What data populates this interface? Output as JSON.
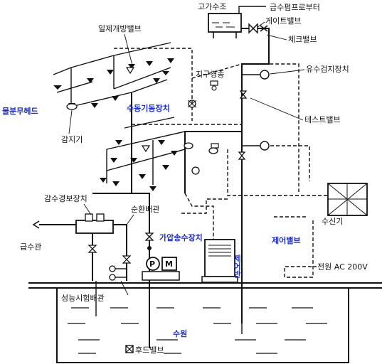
{
  "labels": {
    "elevated_tank": "고가수조",
    "pump_controller": "급수펌프로부터",
    "gate_valve": "게이트밸브",
    "check_valve": "체크밸브",
    "deluge_valve": "일제개방밸브",
    "flow_detector": "유수검지장치",
    "district_alarm": "지구경종",
    "open_head": "물분무헤드",
    "manual_start": "수동기동장치",
    "test_valve": "테스트밸브",
    "detector": "감지기",
    "low_water_alarm": "감수경보장치",
    "circulation_pipe": "순환배관",
    "water_supply_pipe": "급수관",
    "pressure_pump": "가압송수장치",
    "control_valve": "제어밸브",
    "receiver": "수신기",
    "control_panel": "제어반",
    "power": "전원 AC 200V",
    "performance_test_pipe": "성능시험배관",
    "water_source": "수원",
    "foot_valve": "후드밸브",
    "motor": "M",
    "pump": "P"
  },
  "colors": {
    "line": "#111111",
    "highlight_text": "#1f2fc4"
  }
}
